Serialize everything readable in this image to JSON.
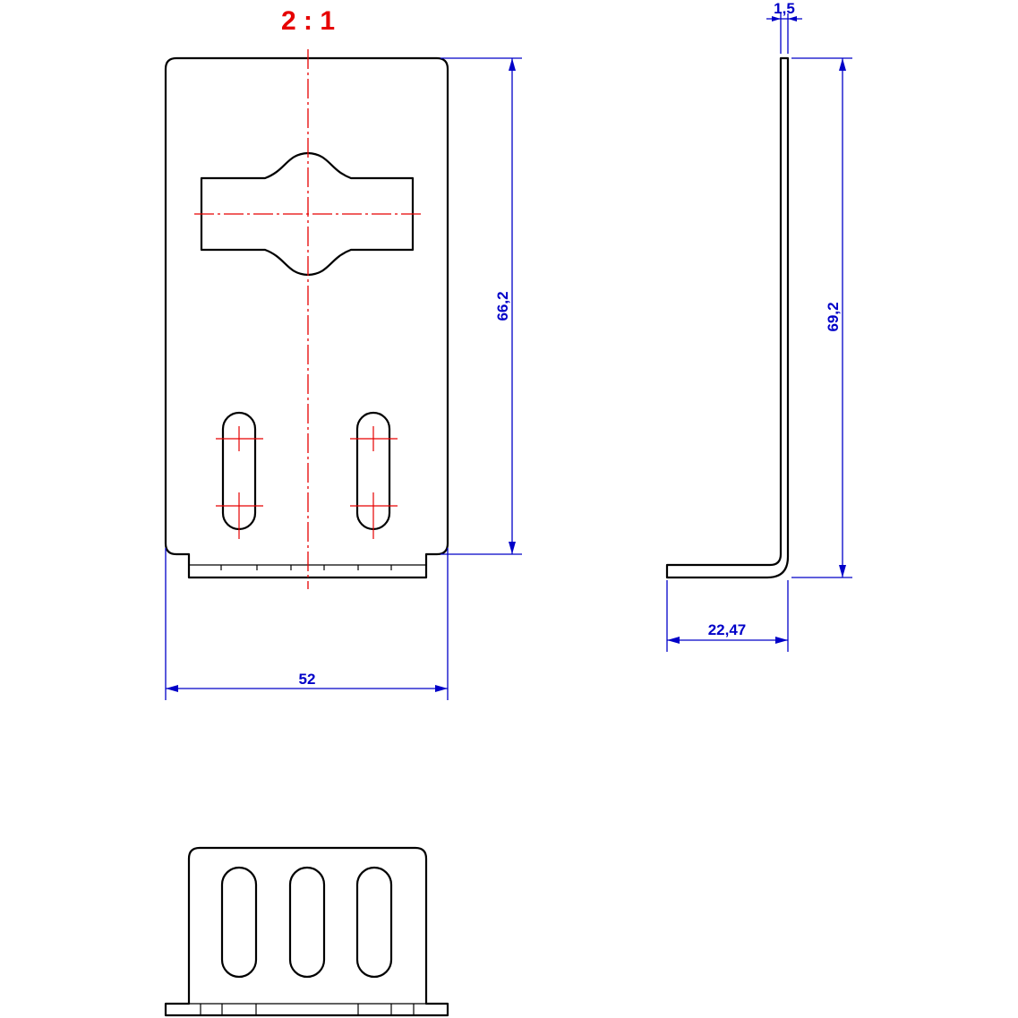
{
  "drawing": {
    "scale_label": "2 : 1",
    "colors": {
      "outline": "#000000",
      "center_lines": "#e60000",
      "dimensions": "#0000c8",
      "scale_label": "#e60000"
    },
    "front_view": {
      "width_dimension": "52",
      "height_dimension": "66,2"
    },
    "side_view": {
      "thickness_dimension": "1,5",
      "height_dimension": "69,2",
      "flange_dimension": "22,47"
    }
  }
}
